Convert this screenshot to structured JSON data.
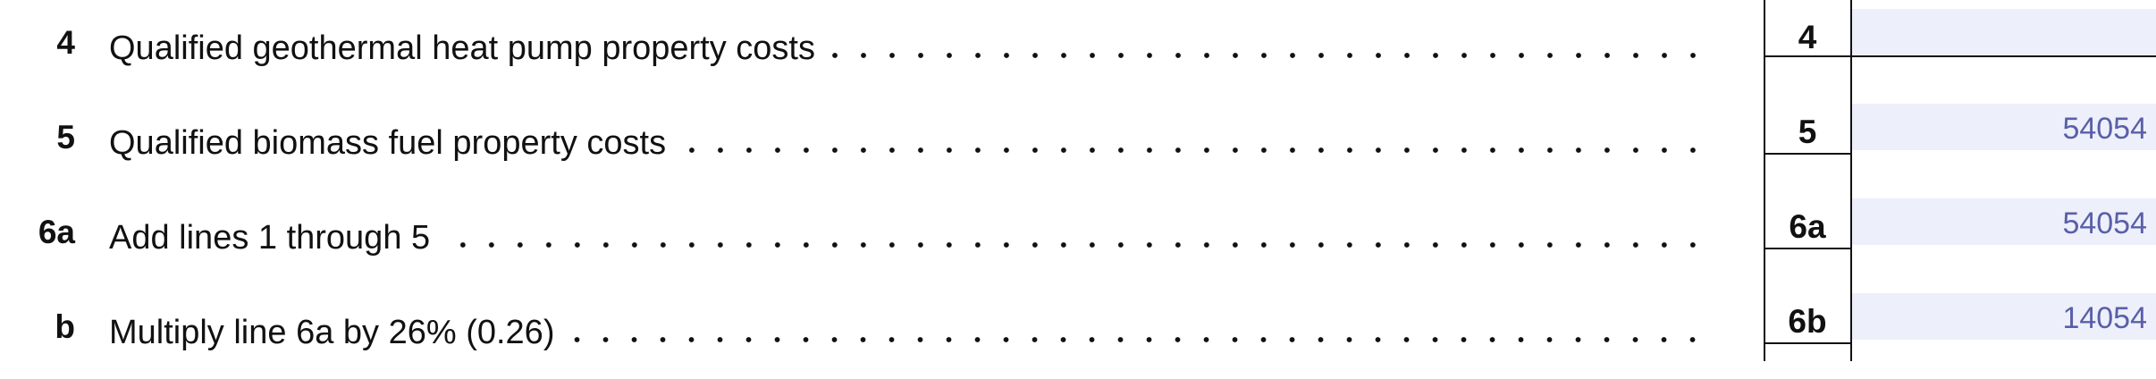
{
  "lines": [
    {
      "number": "4",
      "description": "Qualified geothermal heat pump property costs",
      "label": "4",
      "value": ""
    },
    {
      "number": "5",
      "description": "Qualified biomass fuel property costs",
      "label": "5",
      "value": "54054"
    },
    {
      "number": "6a",
      "description": "Add lines 1 through 5",
      "label": "6a",
      "value": "54054"
    },
    {
      "number": "b",
      "description": "Multiply line 6a by 26% (0.26)",
      "label": "6b",
      "value": "14054"
    }
  ]
}
